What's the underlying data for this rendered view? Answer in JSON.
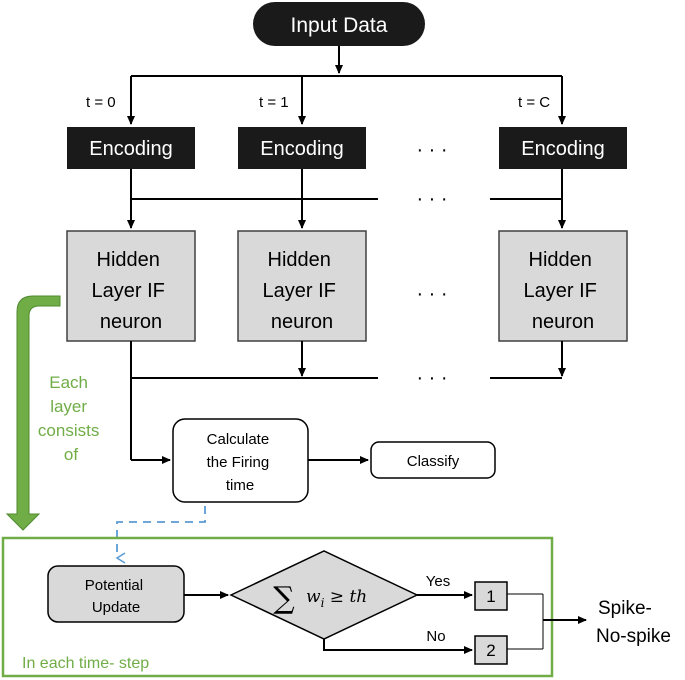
{
  "input": {
    "label": "Input Data"
  },
  "time_labels": {
    "t0": "t = 0",
    "t1": "t = 1",
    "tc": "t = C"
  },
  "encoding": {
    "label": "Encoding"
  },
  "hidden": {
    "line1": "Hidden",
    "line2": "Layer IF",
    "line3": "neuron"
  },
  "ellipsis": "· · ·",
  "calc": {
    "line1": "Calculate",
    "line2": "the Firing",
    "line3": "time"
  },
  "classify": {
    "label": "Classify"
  },
  "side_note": {
    "line1": "Each",
    "line2": "layer",
    "line3": "consists",
    "line4": "of"
  },
  "potential": {
    "line1": "Potential",
    "line2": "Update"
  },
  "condition": {
    "sum": "∑",
    "expr_w": "w",
    "expr_i": "i",
    "expr_rest": " ≥ th"
  },
  "branches": {
    "yes": "Yes",
    "no": "No"
  },
  "outputs": {
    "one": "1",
    "two": "2"
  },
  "result": {
    "line1": "Spike-",
    "line2": "No-spike"
  },
  "frame": {
    "caption": "In each time- step"
  },
  "colors": {
    "dark_box": "#1a1a1a",
    "gray_box": "#d9d9d9",
    "green": "#70ad47",
    "green_text": "#70ad47",
    "blue_dash": "#5b9bd5"
  }
}
